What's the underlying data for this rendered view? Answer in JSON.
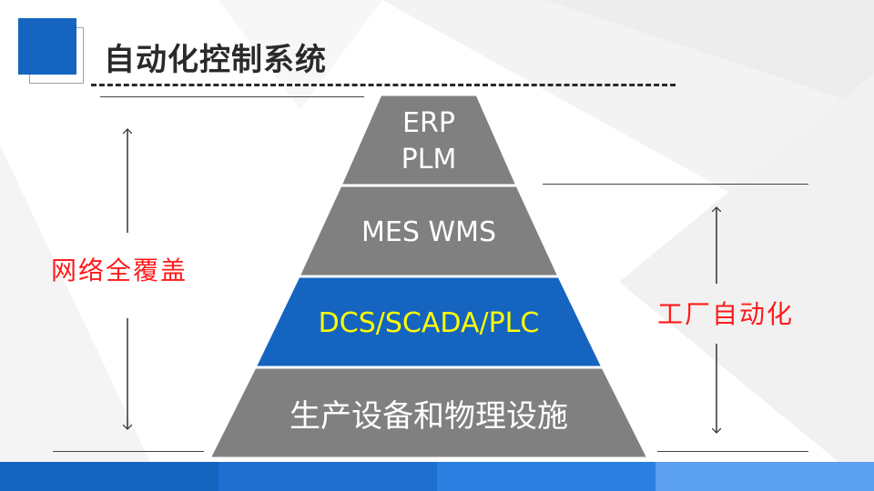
{
  "title": "自动化控制系统",
  "pyramid": {
    "layers": [
      {
        "lines": [
          "ERP",
          "PLM"
        ],
        "fill": "#808080",
        "text_color": "#ffffff"
      },
      {
        "lines": [
          "MES WMS"
        ],
        "fill": "#808080",
        "text_color": "#ffffff"
      },
      {
        "lines": [
          "DCS/SCADA/PLC"
        ],
        "fill": "#1565c0",
        "text_color": "#ffff00"
      },
      {
        "lines": [
          "生产设备和物理设施"
        ],
        "fill": "#808080",
        "text_color": "#ffffff"
      }
    ]
  },
  "left_label": "网络全覆盖",
  "right_label": "工厂自动化",
  "colors": {
    "accent": "#1565c0",
    "label_red": "#ff1a1a",
    "footer": [
      "#1565c0",
      "#1f6fd0",
      "#2b7fe0",
      "#5b9ff0"
    ]
  }
}
